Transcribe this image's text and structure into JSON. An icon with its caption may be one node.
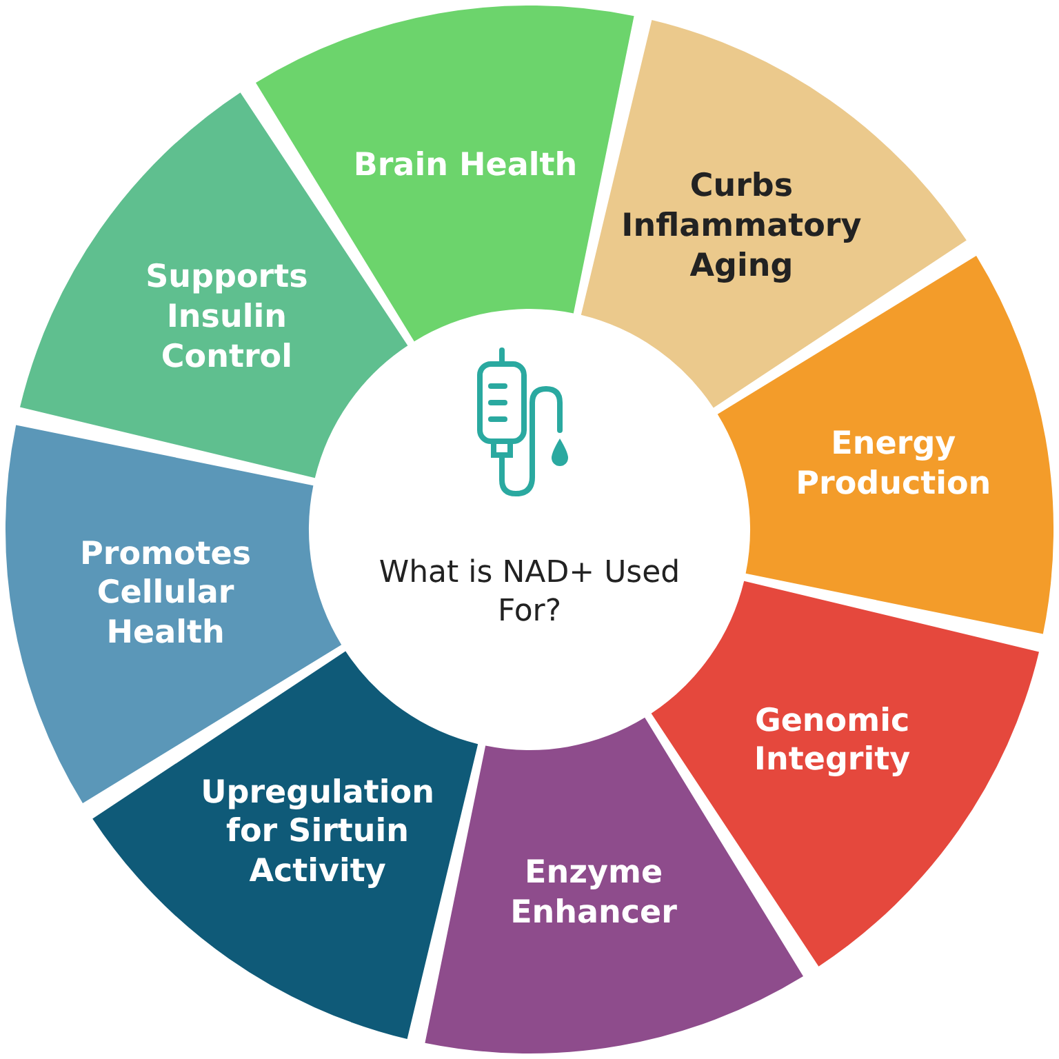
{
  "diagram": {
    "nodes": [
      {
        "text": [
          "Brain Health"
        ]
      },
      {
        "text": [
          "Curbs Inflammatory Aging"
        ]
      },
      {
        "text": [
          "Energy Production"
        ]
      },
      {
        "text": [
          "Genomic Integrity"
        ]
      },
      {
        "text": [
          "Enzyme Enhancer"
        ]
      },
      {
        "text": [
          "Upregulation for Sirtuin Activity"
        ]
      },
      {
        "text": [
          "Promotes Cellular Health"
        ]
      },
      {
        "text": [
          "Supports Insulin Control"
        ]
      },
      {
        "text": [
          "What is NAD+ Used For?"
        ]
      }
    ]
  }
}
